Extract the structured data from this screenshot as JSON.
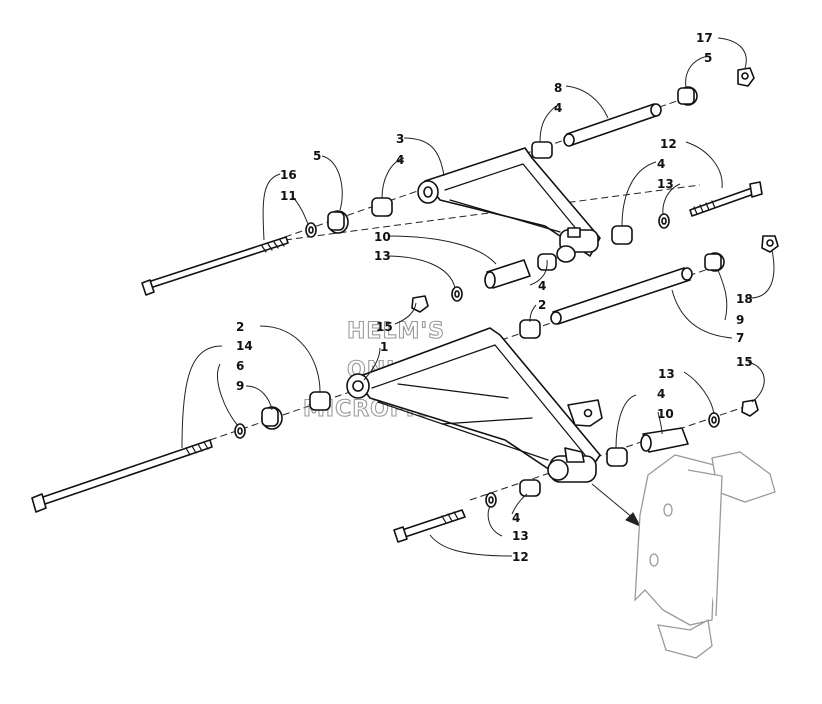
{
  "watermark": {
    "line1": "HELM'S",
    "line2": "ONLINE",
    "line3": "MICROFICHE"
  },
  "callouts": {
    "c17": "17",
    "c5a": "5",
    "c8": "8",
    "c4a": "4",
    "c3": "3",
    "c4b": "4",
    "c12a": "12",
    "c4c": "4",
    "c13a": "13",
    "c5b": "5",
    "c16": "16",
    "c11": "11",
    "c10a": "10",
    "c13b": "13",
    "c4d": "4",
    "c18": "18",
    "c9a": "9",
    "c2a": "2",
    "c7": "7",
    "c15a": "15",
    "c1": "1",
    "c2b": "2",
    "c14": "14",
    "c6": "6",
    "c9b": "9",
    "c13c": "13",
    "c15b": "15",
    "c4e": "4",
    "c10b": "10",
    "c4f": "4",
    "c13d": "13",
    "c12b": "12"
  }
}
